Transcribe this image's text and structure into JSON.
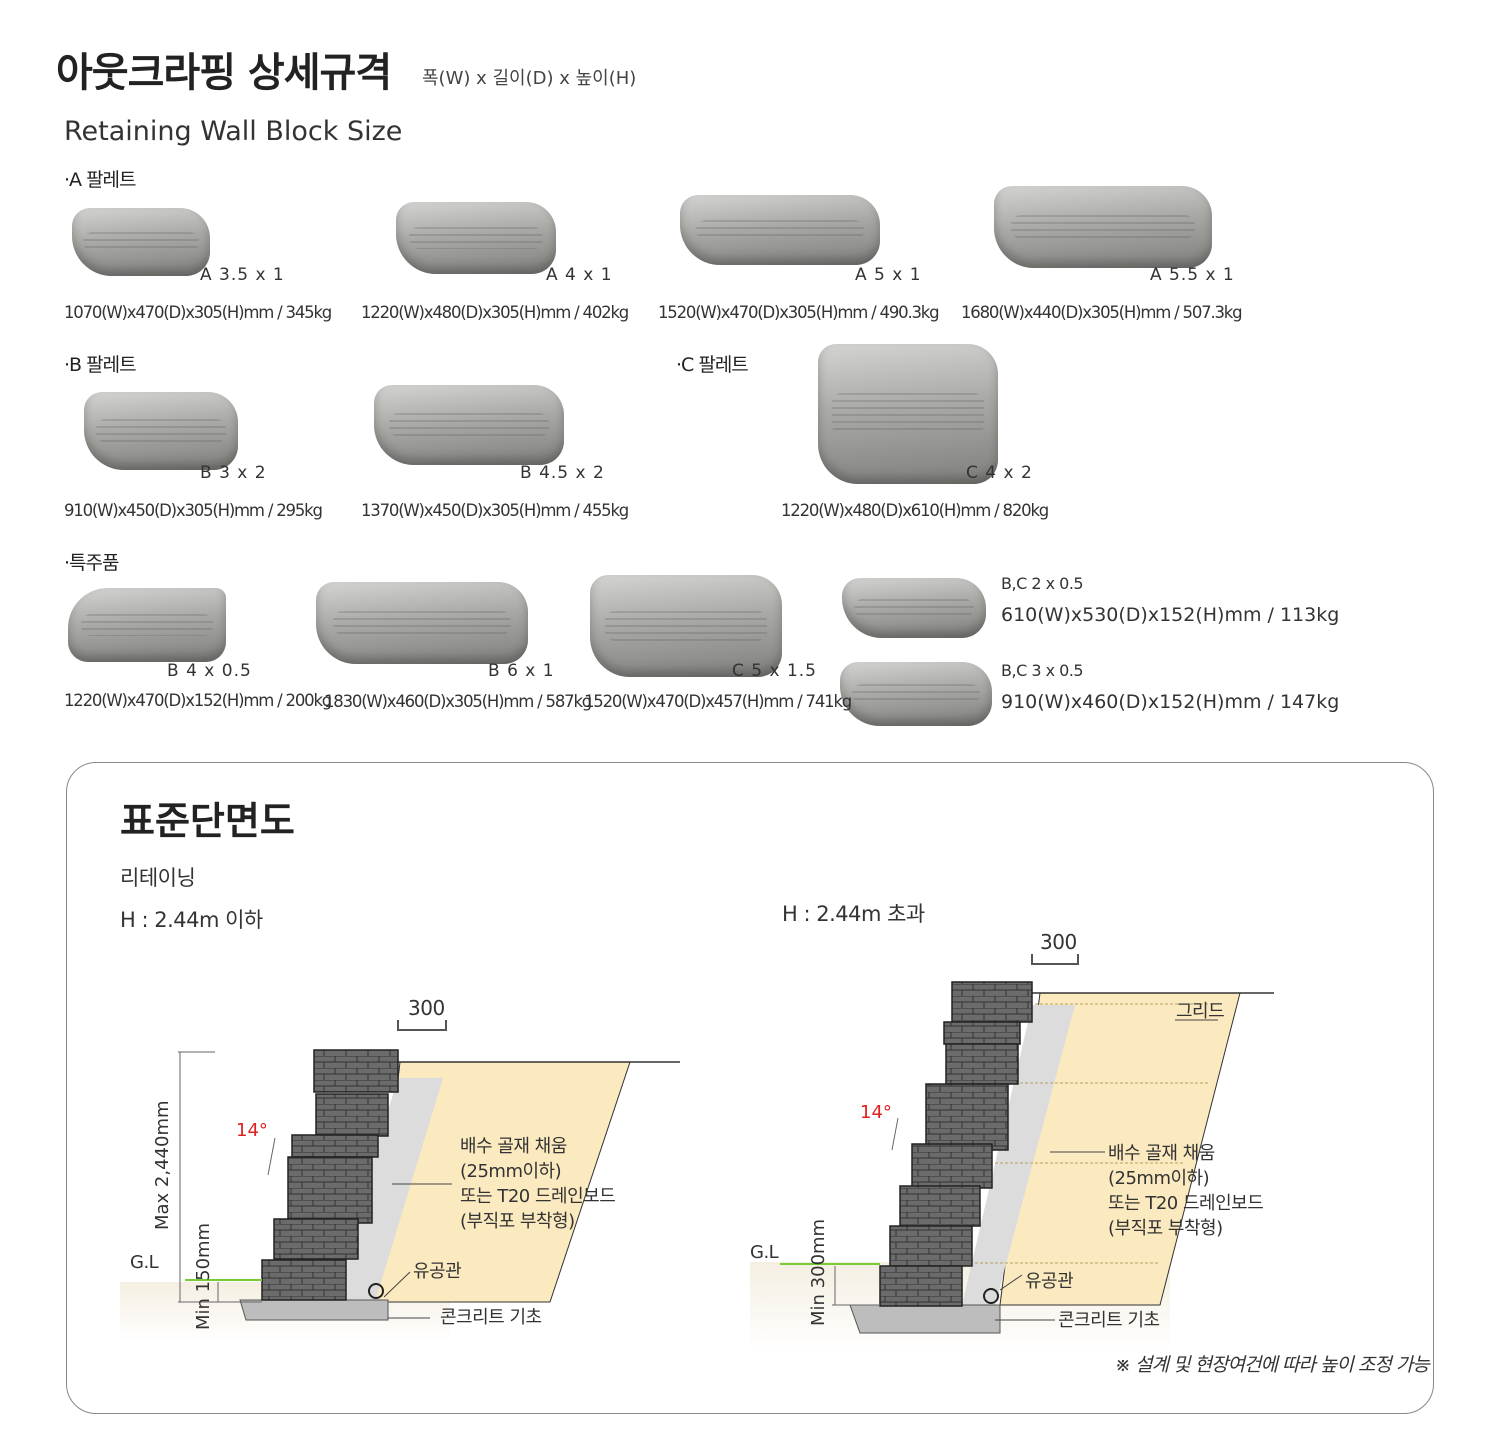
{
  "header": {
    "title": "아웃크라핑 상세규격",
    "dimension_note": "폭(W) x 길이(D) x 높이(H)",
    "subtitle_en": "Retaining Wall Block Size"
  },
  "sections": {
    "a": {
      "label": "·A 팔레트",
      "items": [
        {
          "code": "A 3.5 x 1",
          "spec": "1070(W)x470(D)x305(H)mm / 345kg"
        },
        {
          "code": "A 4 x 1",
          "spec": "1220(W)x480(D)x305(H)mm / 402kg"
        },
        {
          "code": "A 5 x 1",
          "spec": "1520(W)x470(D)x305(H)mm / 490.3kg"
        },
        {
          "code": "A 5.5 x 1",
          "spec": "1680(W)x440(D)x305(H)mm / 507.3kg"
        }
      ]
    },
    "b": {
      "label": "·B 팔레트",
      "items": [
        {
          "code": "B 3 x 2",
          "spec": "910(W)x450(D)x305(H)mm / 295kg"
        },
        {
          "code": "B 4.5 x 2",
          "spec": "1370(W)x450(D)x305(H)mm / 455kg"
        }
      ]
    },
    "c": {
      "label": "·C 팔레트",
      "items": [
        {
          "code": "C 4 x 2",
          "spec": "1220(W)x480(D)x610(H)mm / 820kg"
        }
      ]
    },
    "special": {
      "label": "·특주품",
      "items": [
        {
          "code": "B 4 x 0.5",
          "spec": "1220(W)x470(D)x152(H)mm / 200kg"
        },
        {
          "code": "B 6 x 1",
          "spec": "1830(W)x460(D)x305(H)mm / 587kg"
        },
        {
          "code": "C 5 x 1.5",
          "spec": "1520(W)x470(D)x457(H)mm / 741kg"
        },
        {
          "code": "B,C 2 x 0.5",
          "spec": "610(W)x530(D)x152(H)mm / 113kg"
        },
        {
          "code": "B,C 3 x 0.5",
          "spec": "910(W)x460(D)x152(H)mm / 147kg"
        }
      ]
    }
  },
  "cross_section": {
    "title": "표준단면도",
    "subtitle": "리테이닝",
    "left": {
      "heading": "H : 2.44m 이하",
      "width": "300",
      "angle": "14°",
      "max_height": "Max 2,440mm",
      "min_depth": "Min 150mm",
      "gl": "G.L",
      "fill_lines": [
        "배수 골재 채움",
        "(25mm이하)",
        "또는 T20 드레인보드",
        "(부직포 부착형)"
      ],
      "pipe": "유공관",
      "base": "콘크리트 기초"
    },
    "right": {
      "heading": "H : 2.44m 초과",
      "width": "300",
      "angle": "14°",
      "min_depth": "Min 300mm",
      "gl": "G.L",
      "grid": "그리드",
      "fill_lines": [
        "배수 골재 채움",
        "(25mm이하)",
        "또는 T20 드레인보드",
        "(부직포 부착형)"
      ],
      "pipe": "유공관",
      "base": "콘크리트 기초"
    },
    "note": "※ 설계 및 현장여건에 따라 높이 조정 가능"
  }
}
